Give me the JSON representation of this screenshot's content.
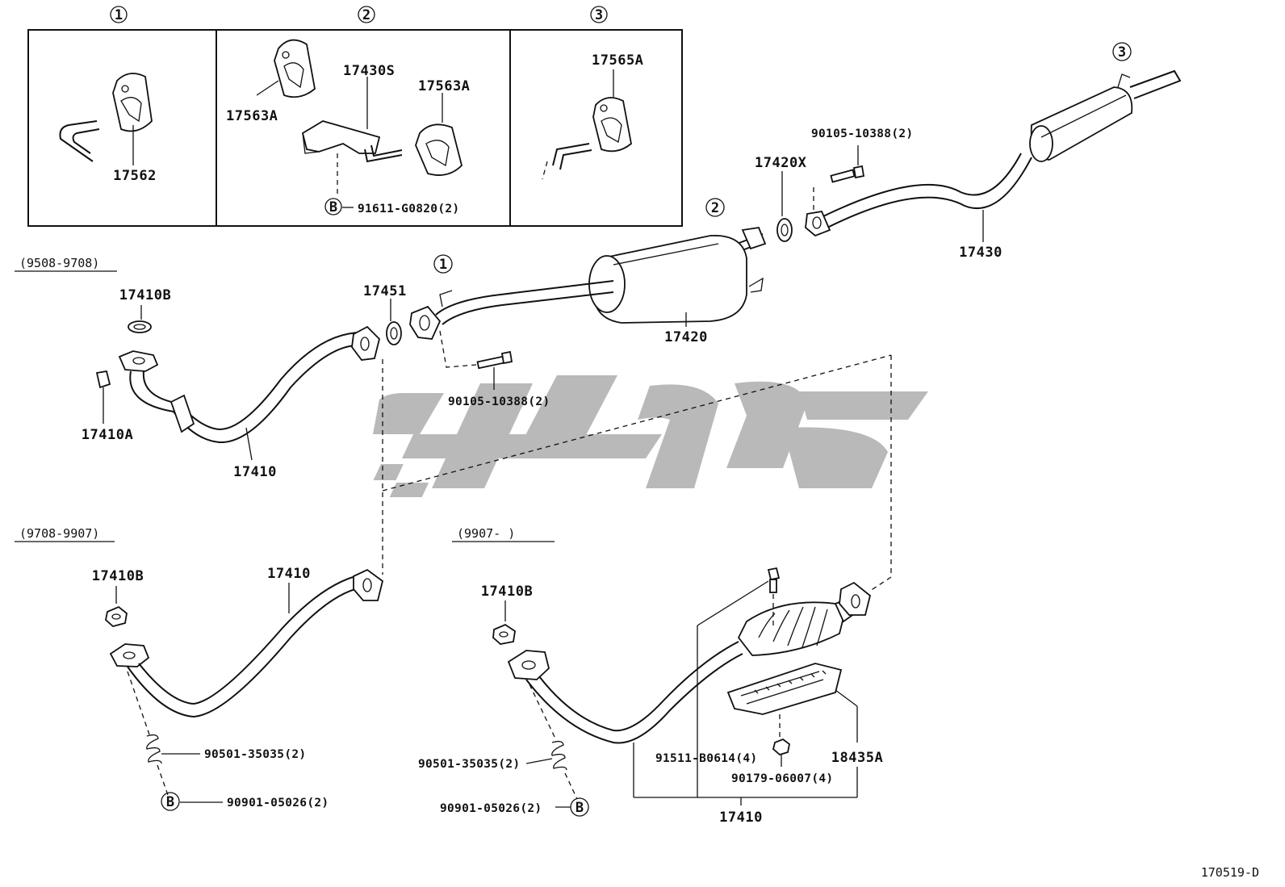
{
  "insets": {
    "inset_1": {
      "number": "1",
      "labels": [
        "17562"
      ]
    },
    "inset_2": {
      "number": "2",
      "labels": [
        "17563A",
        "17430S",
        "17563A",
        "91611-G0820(2)"
      ],
      "ref_letter": "B"
    },
    "inset_3": {
      "number": "3",
      "labels": [
        "17565A"
      ]
    }
  },
  "callouts": {
    "c1": "1",
    "c2": "2",
    "c3": "3"
  },
  "variants": {
    "v1": "(9508-9708)",
    "v2": "(9708-9907)",
    "v3": "(9907-      )"
  },
  "labels": {
    "l17451": "17451",
    "l17420": "17420",
    "l17420x": "17420X",
    "l90105_top": "90105-10388(2)",
    "l90105_mid": "90105-10388(2)",
    "l17430": "17430",
    "l17410b_1": "17410B",
    "l17410a": "17410A",
    "l17410_1": "17410",
    "l17410b_2": "17410B",
    "l17410_2": "17410",
    "l90501_l": "90501-35035(2)",
    "l90901_l": "90901-05026(2)",
    "l17410b_3": "17410B",
    "l90501_r": "90501-35035(2)",
    "l90901_r": "90901-05026(2)",
    "l91511": "91511-B0614(4)",
    "l90179": "90179-06007(4)",
    "l18435a": "18435A",
    "l17410_3": "17410"
  },
  "ref_letters": {
    "b_left": "B",
    "b_right": "B"
  },
  "diagram_code": "170519-D",
  "colors": {
    "line": "#111111",
    "watermark": "#b9b9b9",
    "background": "#ffffff"
  }
}
